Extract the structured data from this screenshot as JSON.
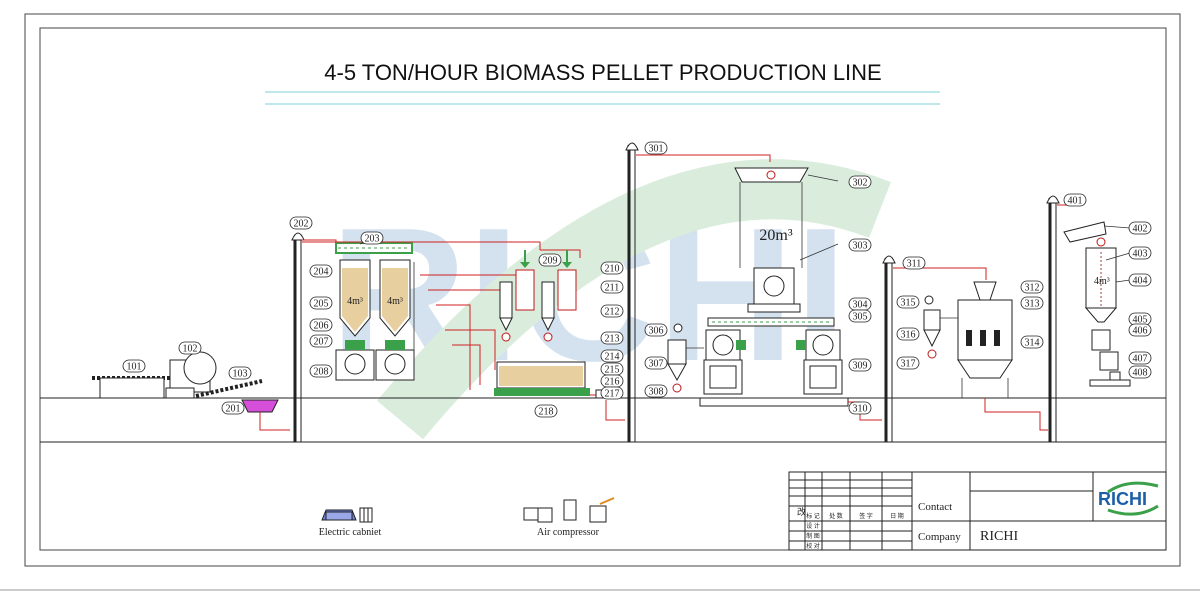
{
  "title": "4-5 TON/HOUR BIOMASS PELLET PRODUCTION LINE",
  "bin_volume": "20m³",
  "silo_volume_small": "4m³",
  "silo_volume_hopper": "4m³",
  "tags": {
    "t101": "101",
    "t102": "102",
    "t103": "103",
    "t201": "201",
    "t202": "202",
    "t203": "203",
    "t204": "204",
    "t205": "205",
    "t206": "206",
    "t207": "207",
    "t208": "208",
    "t209": "209",
    "t210": "210",
    "t211": "211",
    "t212": "212",
    "t213": "213",
    "t214": "214",
    "t215": "215",
    "t216": "216",
    "t217": "217",
    "t218": "218",
    "t301": "301",
    "t302": "302",
    "t303": "303",
    "t304": "304",
    "t305": "305",
    "t306": "306",
    "t307": "307",
    "t308": "308",
    "t309": "309",
    "t310": "310",
    "t311": "311",
    "t312": "312",
    "t313": "313",
    "t314": "314",
    "t315": "315",
    "t316": "316",
    "t317": "317",
    "t401": "401",
    "t402": "402",
    "t403": "403",
    "t404": "404",
    "t405": "405",
    "t406": "406",
    "t407": "407",
    "t408": "408"
  },
  "legend": {
    "electric_label": "Electric cabniet",
    "air_label": "Air compressor"
  },
  "title_block": {
    "contact_label": "Contact",
    "company_label": "Company",
    "company_value": "RICHI",
    "logo_text": "RICHI",
    "gai": "改",
    "headers": [
      "标 记",
      "处 数",
      "签 字",
      "日 期"
    ],
    "rows": [
      "设 计",
      "制 图",
      "校 对"
    ]
  },
  "watermark": "RICHI",
  "colors": {
    "pipe": "#d02020",
    "accent_green": "#3aa04a",
    "logo_blue": "#1a5fa8",
    "material": "#e8cfa0"
  }
}
